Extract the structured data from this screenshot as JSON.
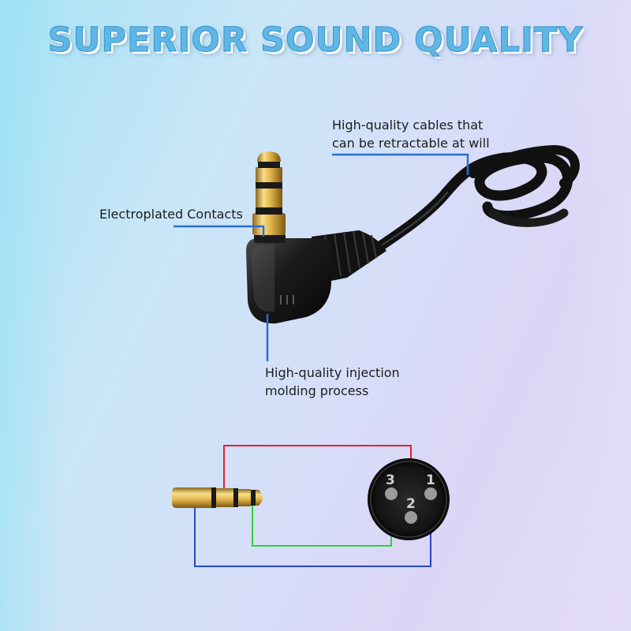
{
  "heading": "SUPERIOR SOUND QUALITY",
  "callouts": {
    "cable": [
      "High-quality cables that",
      "can be retractable at will"
    ],
    "contacts": "Electroplated Contacts",
    "molding": [
      "High-quality injection",
      "molding process"
    ]
  },
  "xlr_pins": {
    "pin1": "1",
    "pin2": "2",
    "pin3": "3"
  },
  "colors": {
    "wire_red": "#e0232d",
    "wire_green": "#2fcf3f",
    "wire_blue": "#2548cc",
    "callout_line": "#2a6fcf"
  }
}
